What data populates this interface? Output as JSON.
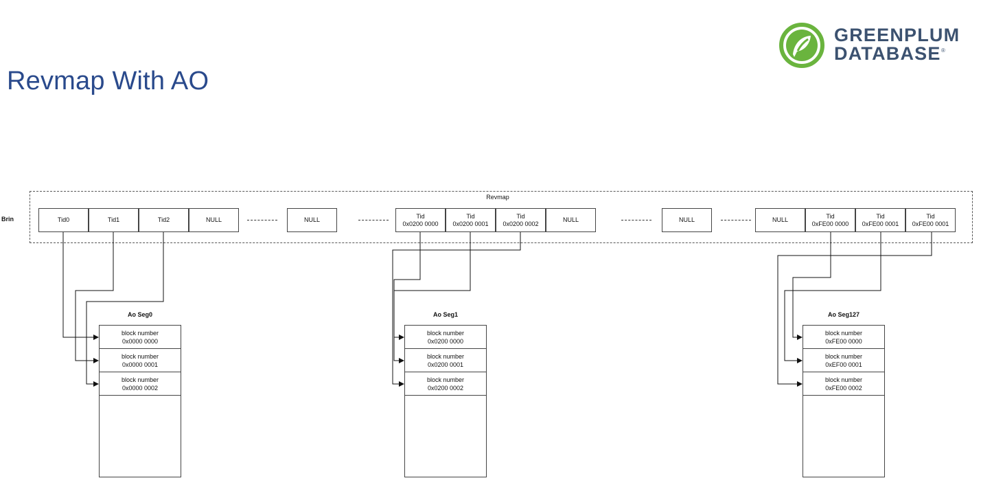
{
  "title": "Revmap With AO",
  "logo": {
    "line1": "GREENPLUM",
    "line2": "DATABASE",
    "mark": "®",
    "icon": "greenplum-leaf-icon",
    "color": "#6ab43e"
  },
  "revmap": {
    "label": "Revmap",
    "brin_label": "Brin",
    "cells": [
      "Tid0",
      "Tid1",
      "Tid2",
      "NULL",
      "NULL",
      "Tid\n0x0200 0000",
      "Tid\n0x0200 0001",
      "Tid\n0x0200 0002",
      "NULL",
      "NULL",
      "NULL",
      "Tid\n0xFE00 0000",
      "Tid\n0xFE00 0001",
      "Tid\n0xFE00 0001"
    ]
  },
  "segments": [
    {
      "title": "Ao Seg0",
      "blocks": [
        "block number\n0x0000 0000",
        "block number\n0x0000 0001",
        "block number\n0x0000 0002"
      ]
    },
    {
      "title": "Ao Seg1",
      "blocks": [
        "block number\n0x0200 0000",
        "block number\n0x0200 0001",
        "block number\n0x0200 0002"
      ]
    },
    {
      "title": "Ao Seg127",
      "blocks": [
        "block number\n0xFE00 0000",
        "block number\n0xEF00 0001",
        "block number\n0xFE00 0002"
      ]
    }
  ]
}
